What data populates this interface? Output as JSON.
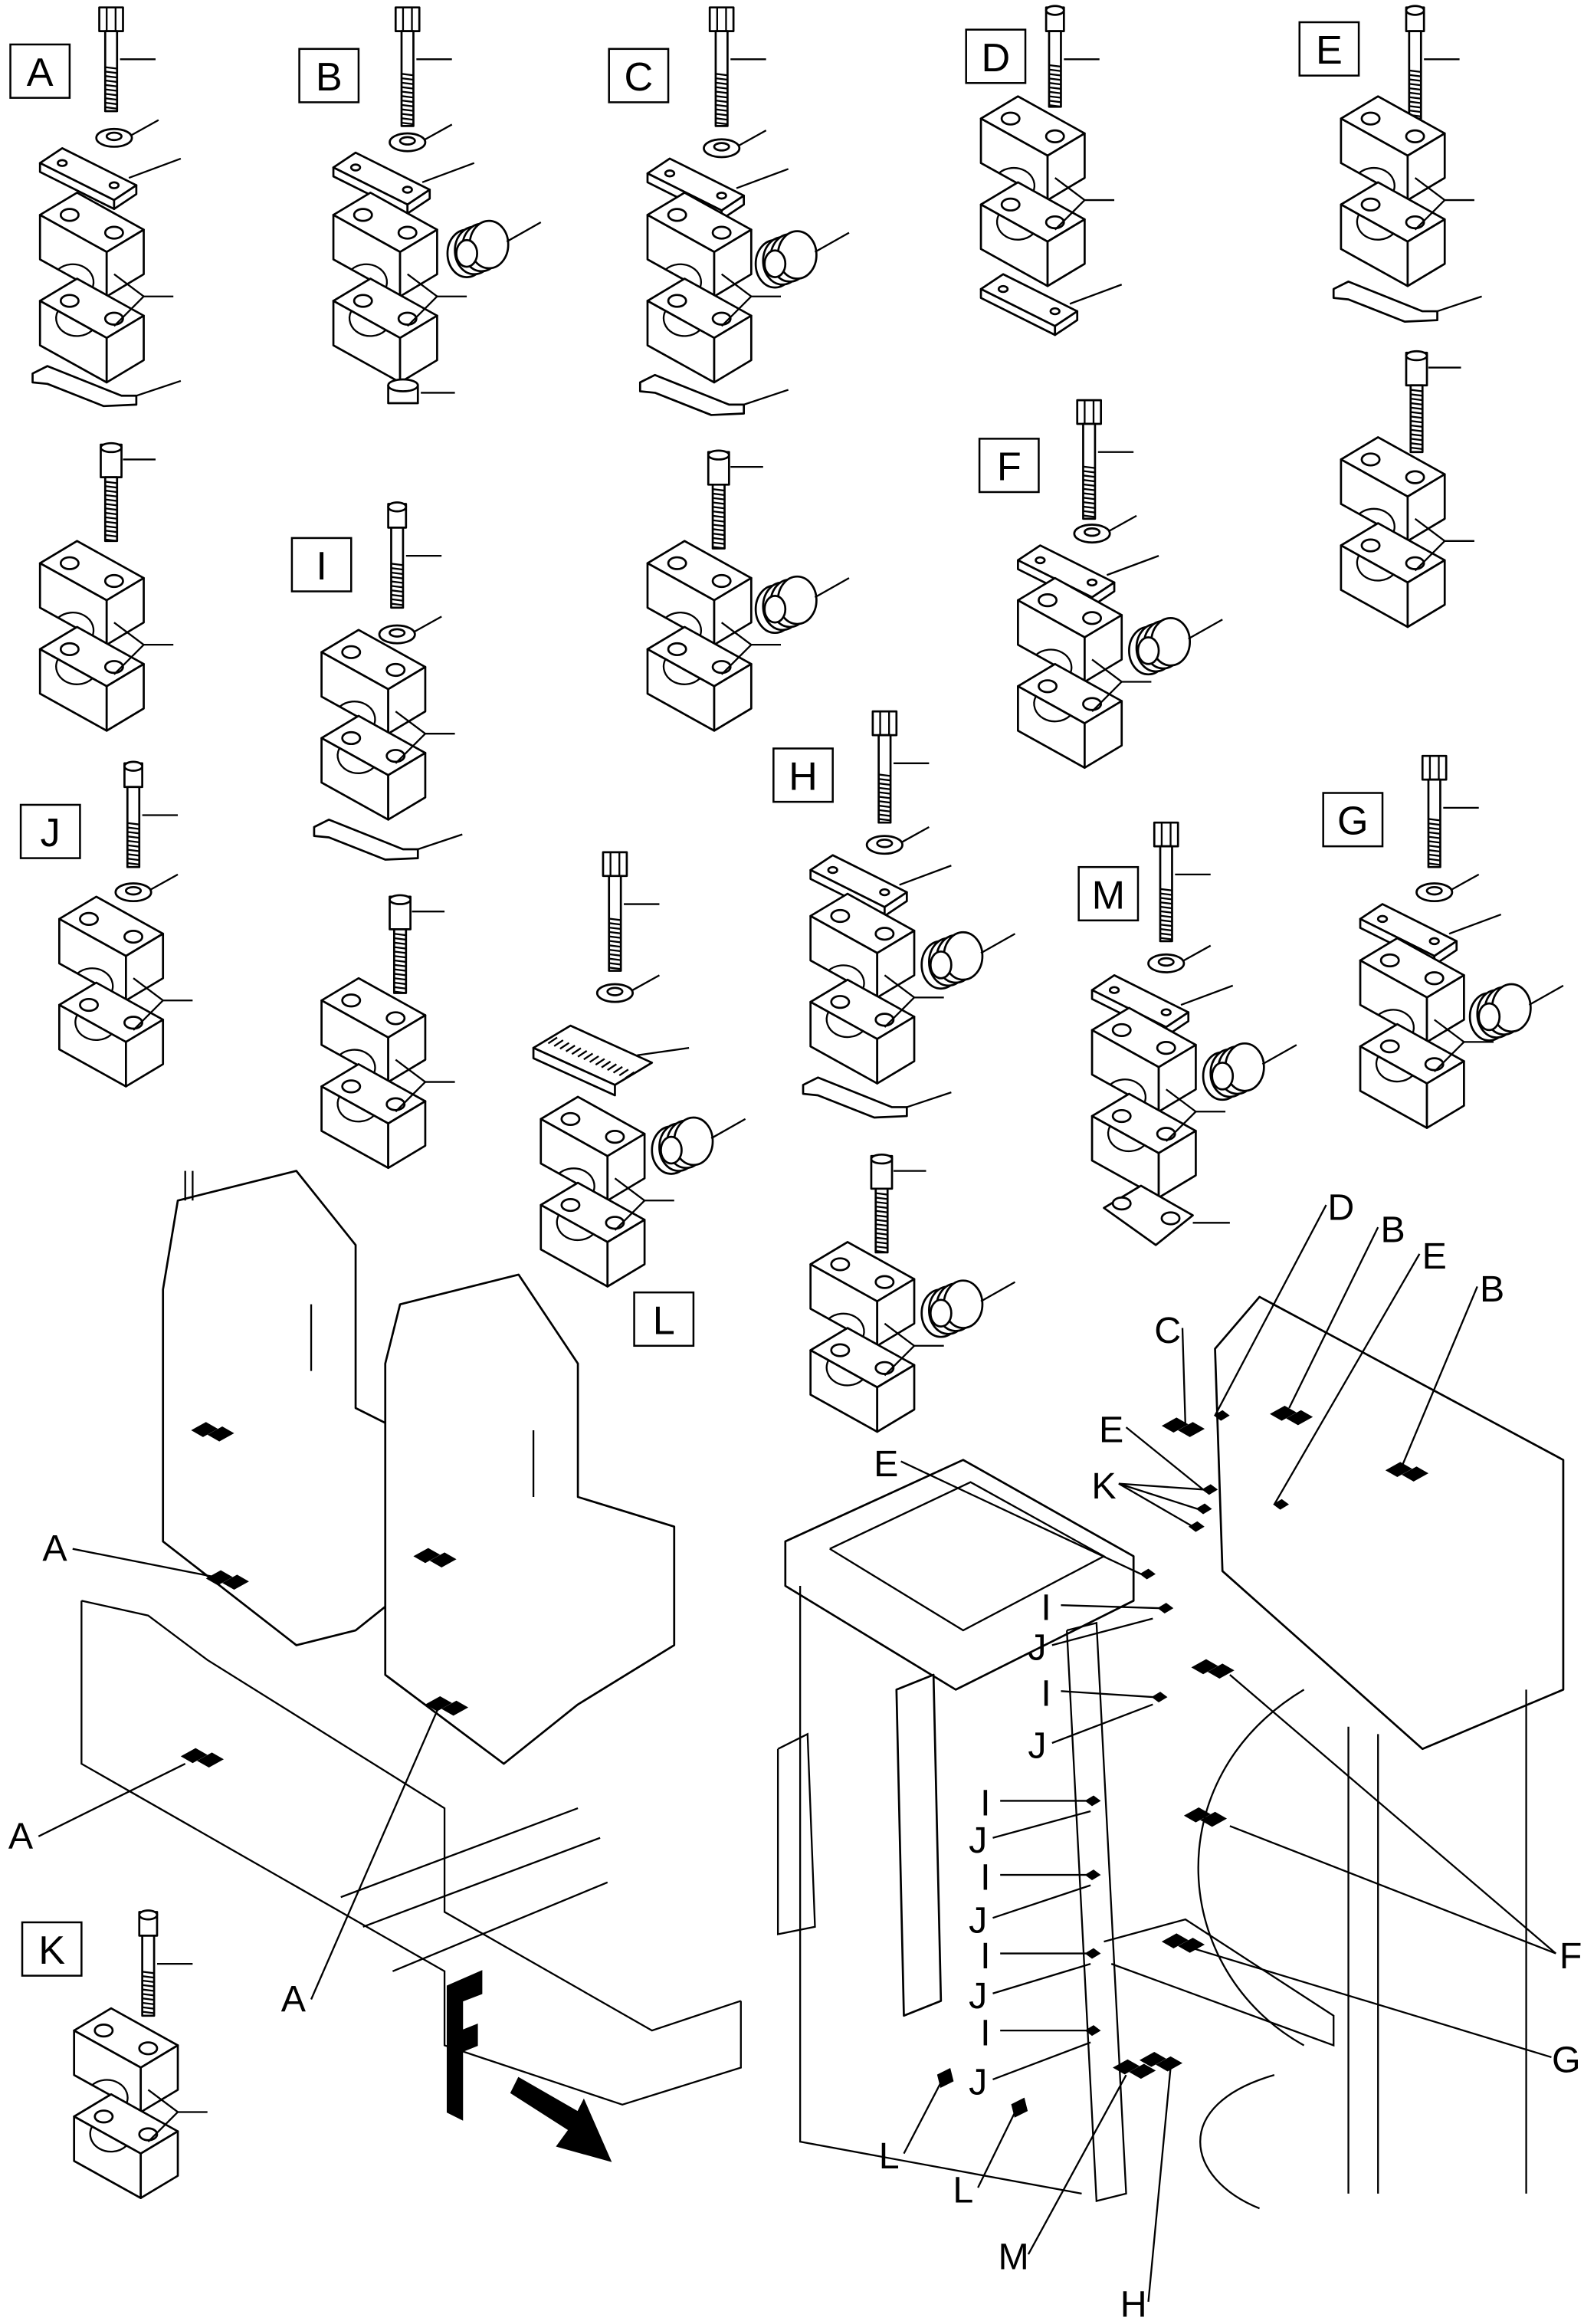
{
  "diagram": {
    "kit_labels": [
      "A",
      "B",
      "C",
      "D",
      "E",
      "F",
      "G",
      "H",
      "I",
      "J",
      "K",
      "L",
      "M"
    ],
    "left_assembly_callouts": [
      "A",
      "A",
      "A"
    ],
    "direction_marker": {
      "letter": "F",
      "icon": "arrow-down-right-icon"
    },
    "right_assembly_callouts": [
      "D",
      "B",
      "E",
      "B",
      "C",
      "E",
      "K",
      "E",
      "I",
      "J",
      "I",
      "J",
      "I",
      "J",
      "I",
      "J",
      "I",
      "J",
      "I",
      "J",
      "L",
      "L",
      "M",
      "H",
      "F",
      "G"
    ],
    "colors": {
      "line": "#000000",
      "background": "#ffffff"
    }
  }
}
